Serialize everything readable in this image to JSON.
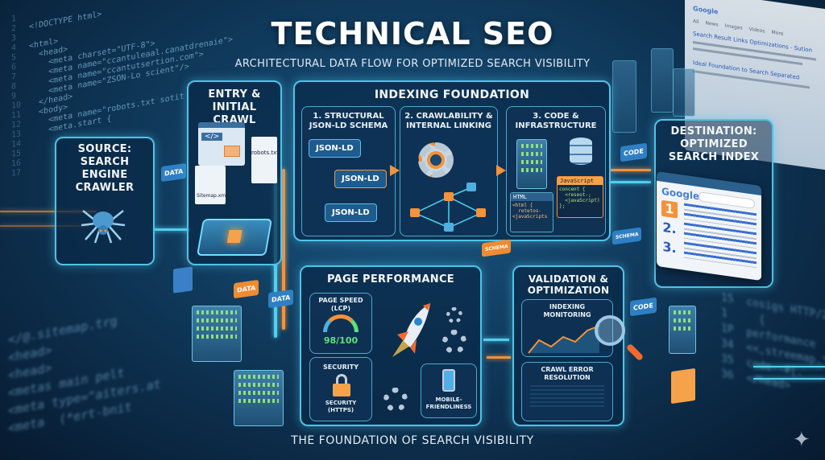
{
  "header": {
    "title": "TECHNICAL SEO",
    "subtitle": "ARCHITECTURAL DATA FLOW FOR OPTIMIZED SEARCH VISIBILITY"
  },
  "background_code": {
    "left_top": [
      "<!DOCTYPE html>",
      "",
      "<html>",
      "  <head>",
      "    <meta charset=\"UTF-8\">",
      "    <meta name=\"ccantuleaal.canatdrenaie\">",
      "    <meta name=\"ccantutsertion.com\">",
      "    <meta name=\"ZSON-Lo scient\"/>",
      "  </head>",
      "  <body>",
      "    <meta name=\"robots.txt sotit",
      "    <meta.start {"
    ],
    "line_numbers": [
      "1",
      "2",
      "3",
      "4",
      "5",
      "6",
      "7",
      "8",
      "9",
      "10",
      "11",
      "12",
      "13",
      "14",
      "15",
      "16",
      "17"
    ],
    "left_bottom": [
      "</@.sitemap.trg",
      "<head>",
      "<head>",
      "<metas main pelt",
      "<meta type=\"aiters.at",
      "<meta  (*ert-bnit"
    ],
    "right_bottom": [
      "cosigs HTTP/2: ]",
      "  {",
      "performance",
      "<<,streemap.\"[\"ga",
      "code--#[.",
      "</head>"
    ],
    "right_line_numbers": [
      "15",
      "1",
      "1P",
      "34",
      "35",
      "36"
    ]
  },
  "source": {
    "title": "SOURCE: SEARCH ENGINE CRAWLER",
    "icon": "spider-icon"
  },
  "entry": {
    "title": "ENTRY & INITIAL CRAWL",
    "robots_label": "robots.txt",
    "sitemap_label": "Sitemap.xml",
    "code_glyph": "</>"
  },
  "tags": {
    "data": "DATA",
    "code": "CODE",
    "schema": "SCHEMA"
  },
  "indexing": {
    "title": "INDEXING FOUNDATION",
    "structural": {
      "title": "1. STRUCTURAL JSON-LD SCHEMA",
      "nodes": [
        "JSON-LD",
        "JSON-LD",
        "JSON-LD"
      ]
    },
    "crawlability": {
      "title": "2. CRAWLABILITY & INTERNAL LINKING"
    },
    "code_infra": {
      "title": "3. CODE & INFRASTRUCTURE",
      "html_label": "HTML",
      "html_code": "<html {\n  retetos-\n<javaScripts",
      "js_label": "JavaScript",
      "js_code": "concent {\n  <reseot-;\n  <javaScript)\n};"
    }
  },
  "performance": {
    "title": "PAGE PERFORMANCE",
    "speed": {
      "title": "PAGE SPEED (LCP)",
      "score": "98/100",
      "score_value": 98
    },
    "security": {
      "title": "SECURITY",
      "caption": "SECURITY (HTTPS)"
    },
    "mobile": {
      "title": "MOBILE-FRIENDLINESS"
    }
  },
  "validation": {
    "title": "VALIDATION & OPTIMIZATION",
    "monitoring": {
      "title": "INDEXING MONITORING"
    },
    "crawl_error": {
      "title": "CRAWL ERROR RESOLUTION"
    }
  },
  "destination": {
    "title": "DESTINATION: OPTIMIZED SEARCH INDEX",
    "brand": "Google",
    "ranks": [
      "1",
      "2.",
      "3."
    ]
  },
  "serp": {
    "brand": "Google",
    "tabs": [
      "All",
      "News",
      "Images",
      "Videos",
      "More"
    ],
    "result_title": "Search Result Links Optimizations - Sution",
    "result_title_2": "Ideal Foundation to Search Separated"
  },
  "footer": {
    "text": "THE FOUNDATION OF SEARCH VISIBILITY"
  },
  "colors": {
    "accent_cyan": "#4fc3e8",
    "accent_orange": "#f5923a",
    "background": "#0d3354",
    "score_green": "#5fe07a"
  }
}
